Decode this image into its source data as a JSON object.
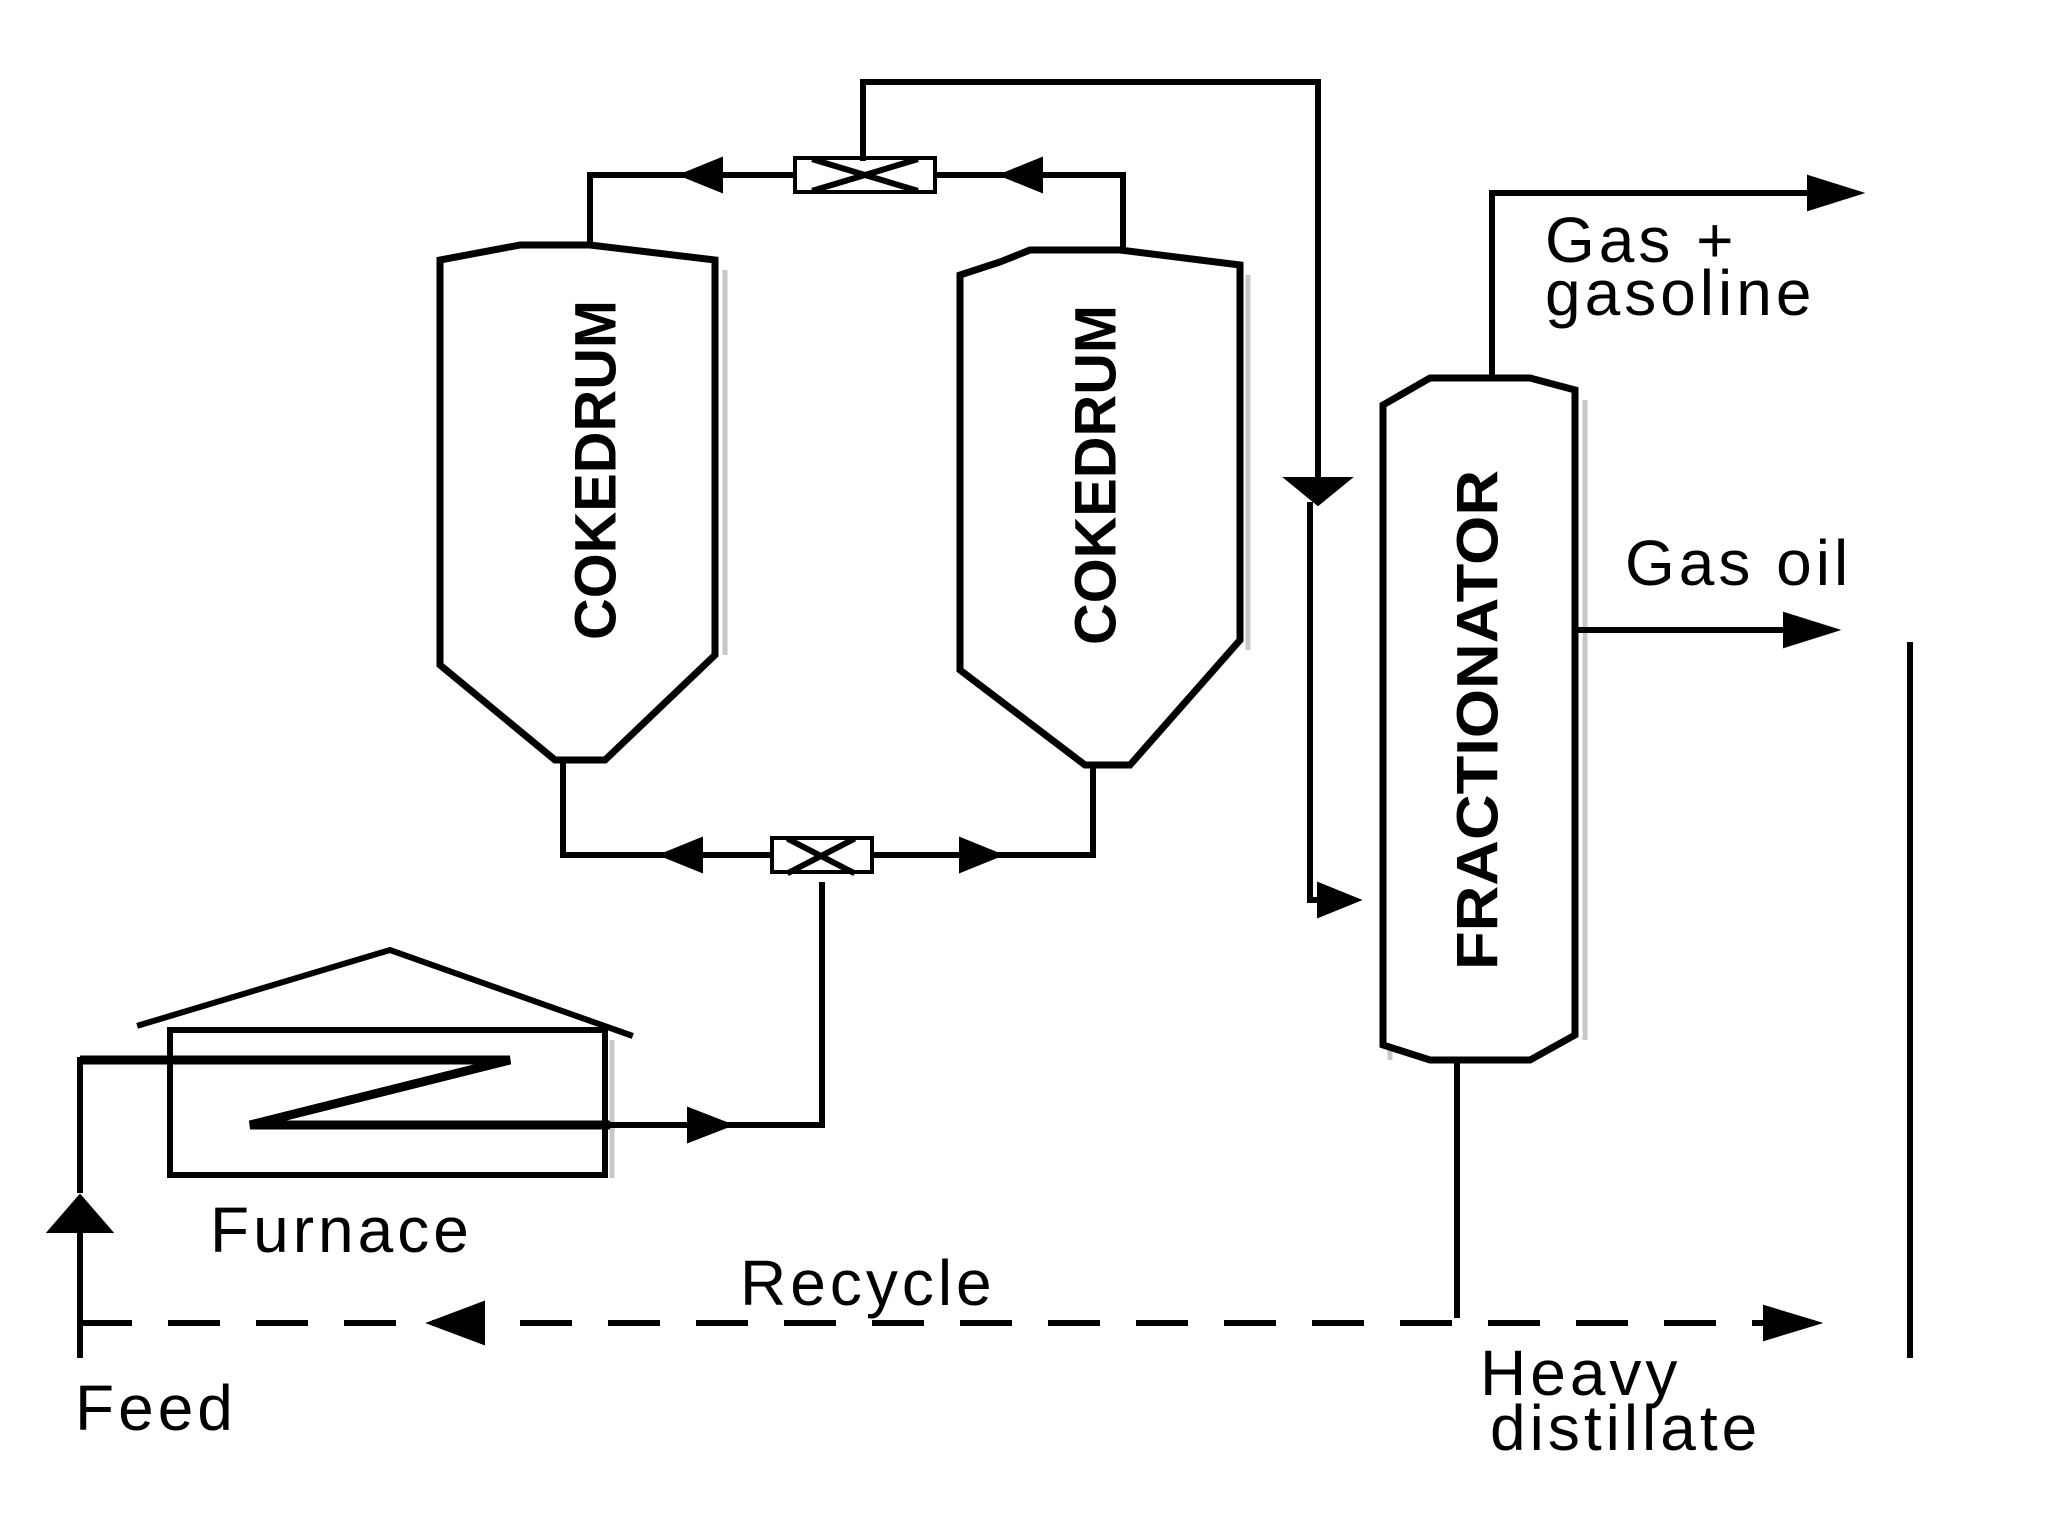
{
  "vessels": {
    "drum_left": "COKEDRUM",
    "drum_right": "COKEDRUM",
    "fractionator": "FRACTIONATOR"
  },
  "labels": {
    "gas_gasoline_line1": "Gas +",
    "gas_gasoline_line2": "gasoline",
    "gas_oil": "Gas oil",
    "furnace": "Furnace",
    "recycle": "Recycle",
    "feed": "Feed",
    "heavy_distillate_line1": "Heavy",
    "heavy_distillate_line2": "distillate"
  }
}
